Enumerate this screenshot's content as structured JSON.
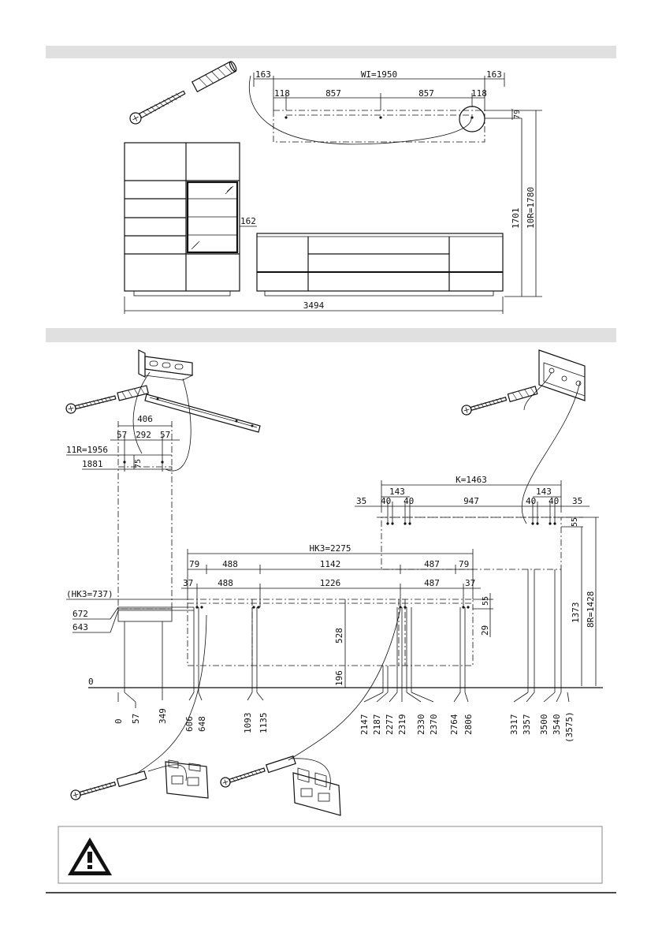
{
  "section1": {
    "overall_width": "3494",
    "wall_width": "WI=1950",
    "left_offset": "163",
    "right_offset": "163",
    "hole_edge_left": "118",
    "hole_edge_right": "118",
    "hole_span_1": "857",
    "hole_span_2": "857",
    "top_drop": "79",
    "height_1": "1701",
    "height_2": "10R=1780",
    "gap": "162"
  },
  "section2": {
    "left_rail": {
      "width": "406",
      "offsets": [
        "57",
        "292",
        "57"
      ],
      "drop": "75",
      "height_label": "11R=1956",
      "height_value": "1881"
    },
    "right_rail": {
      "width": "K=1463",
      "edge_left": "143",
      "edge_right": "143",
      "row": [
        "35",
        "40",
        "40",
        "947",
        "40",
        "40",
        "35"
      ],
      "drop": "55",
      "height_1": "1373",
      "height_2": "8R=1428"
    },
    "hk_upper": {
      "label": "HK3=2275",
      "row": [
        "79",
        "488",
        "1142",
        "487",
        "79"
      ]
    },
    "hk_lower": {
      "row": [
        "37",
        "488",
        "1226",
        "487",
        "37"
      ],
      "drop_a": "55",
      "drop_b": "29",
      "inner_height": "528",
      "base_height": "196"
    },
    "left_labels": [
      "(HK3=737)",
      "672",
      "643"
    ],
    "zero_label": "0",
    "bottom_values": [
      "0",
      "57",
      "349",
      "606",
      "648",
      "1093",
      "1135",
      "2147",
      "2187",
      "2277",
      "2319",
      "2330",
      "2370",
      "2764",
      "2806",
      "3317",
      "3357",
      "3500",
      "3540",
      "(3575)"
    ]
  },
  "icons": [
    "screw-anchor-icon",
    "wall-bracket-icon",
    "hanging-rail-icon",
    "mounting-plate-icon",
    "warning-triangle-icon"
  ]
}
